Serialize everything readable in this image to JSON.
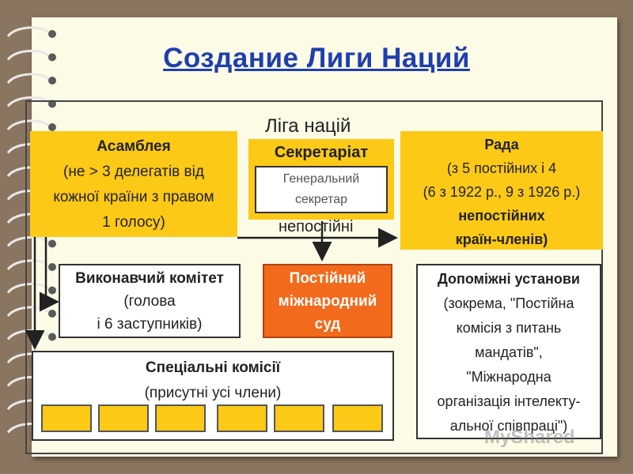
{
  "title": "Создание Лиги Наций",
  "diagram": {
    "header": "Ліга націй",
    "assembly": {
      "title": "Асамблея",
      "lines": [
        "(не > 3 делегатів від",
        "кожної країни з правом",
        "1 голосу)"
      ]
    },
    "secretariat": {
      "title": "Секретаріат",
      "inner_lines": [
        "Генеральний",
        "секретар"
      ]
    },
    "council": {
      "title": "Рада",
      "lines": [
        "(з 5 постійних і 4",
        "(6 з 1922 р., 9 з 1926 р.)",
        "непостійних",
        "країн-членів)"
      ]
    },
    "non_permanent_label": "непостійні",
    "executive": {
      "title": "Виконавчий комітет",
      "lines": [
        "(голова",
        "і 6 заступників)"
      ]
    },
    "court": {
      "lines": [
        "Постійний",
        "міжнародний",
        "суд"
      ]
    },
    "auxiliary": {
      "title": "Допоміжні установи",
      "lines": [
        "(зокрема, \"Постійна",
        "комісія з питань",
        "мандатів\",",
        "\"Міжнародна",
        "організація інтелекту-",
        "альної співпраці\")"
      ]
    },
    "special": {
      "title": "Спеціальні комісії",
      "lines": [
        "(присутні усі члени)"
      ]
    },
    "watermark": "MyShared"
  },
  "colors": {
    "yellow": "#fcc917",
    "orange": "#f26a1b",
    "title_blue": "#1f3fae"
  }
}
